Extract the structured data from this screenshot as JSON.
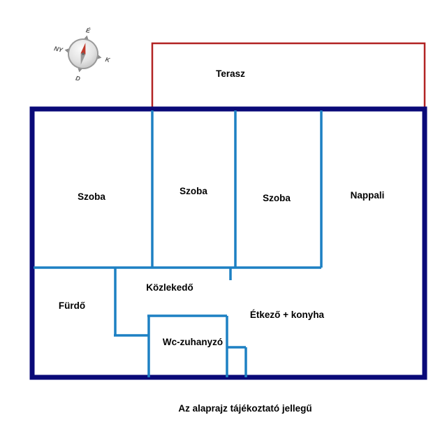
{
  "page": {
    "caption": "Az alaprajz tájékoztató jellegű"
  },
  "compass": {
    "north": "É",
    "east": "K",
    "south": "D",
    "west": "NY"
  },
  "rooms": {
    "terasz": "Terasz",
    "szoba1": "Szoba",
    "szoba2": "Szoba",
    "szoba3": "Szoba",
    "nappali": "Nappali",
    "furdo": "Fürdő",
    "kozlekedo": "Közlekedő",
    "wc": "Wc-zuhanyzó",
    "etkezo": "Étkező + konyha"
  },
  "colors": {
    "outer_wall": "#0a0a78",
    "inner_wall": "#1d80c3",
    "terrace": "#b22222",
    "text": "#000000"
  }
}
